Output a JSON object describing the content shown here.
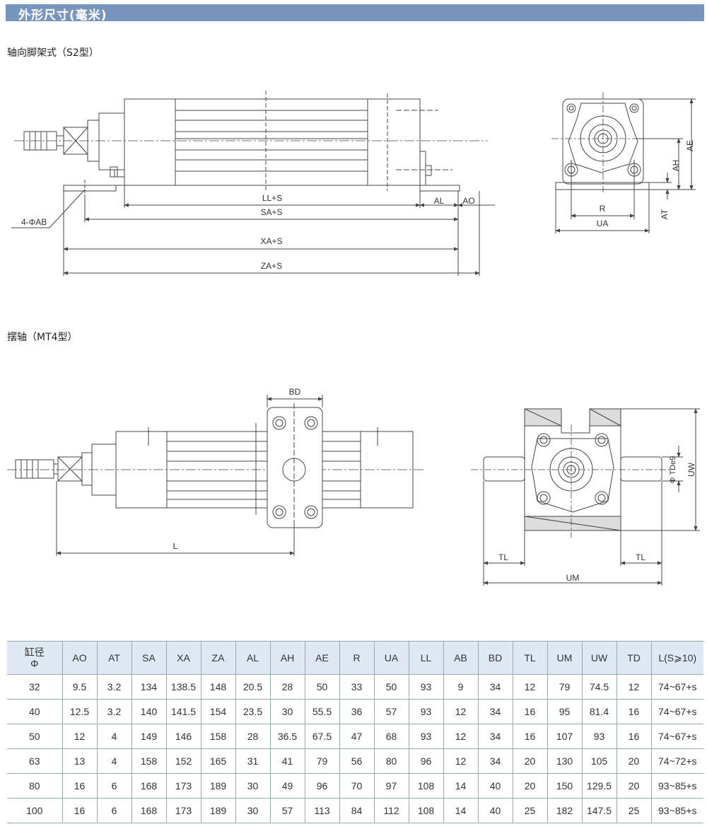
{
  "header": {
    "title": "外形尺寸(毫米)"
  },
  "section1": {
    "title": "轴向脚架式（S2型）",
    "labels": {
      "ll": "LL+S",
      "al": "AL",
      "ao": "AO",
      "sa": "SA+S",
      "xa": "XA+S",
      "za": "ZA+S",
      "ab": "4-ΦAB",
      "r": "R",
      "ua": "UA",
      "ae": "AE",
      "ah": "AH",
      "at": "AT"
    }
  },
  "section2": {
    "title": "摆轴（MT4型）",
    "labels": {
      "bd": "BD",
      "l": "L",
      "tl_left": "TL",
      "tl_right": "TL",
      "um": "UM",
      "td": "Φ TDe9",
      "uw": "UW"
    }
  },
  "table": {
    "headers": [
      "缸径",
      "AO",
      "AT",
      "SA",
      "XA",
      "ZA",
      "AL",
      "AH",
      "AE",
      "R",
      "UA",
      "LL",
      "AB",
      "BD",
      "TL",
      "UM",
      "UW",
      "TD",
      "L(S⩾10)"
    ],
    "header_sub": "Φ",
    "rows": [
      [
        "32",
        "9.5",
        "3.2",
        "134",
        "138.5",
        "148",
        "20.5",
        "28",
        "50",
        "33",
        "50",
        "93",
        "9",
        "34",
        "12",
        "79",
        "74.5",
        "12",
        "74~67+s"
      ],
      [
        "40",
        "12.5",
        "3.2",
        "140",
        "141.5",
        "154",
        "23.5",
        "30",
        "55.5",
        "36",
        "57",
        "93",
        "12",
        "34",
        "16",
        "95",
        "81.4",
        "16",
        "74~67+s"
      ],
      [
        "50",
        "12",
        "4",
        "149",
        "146",
        "158",
        "28",
        "36.5",
        "67.5",
        "47",
        "68",
        "93",
        "12",
        "34",
        "16",
        "107",
        "93",
        "16",
        "74~67+s"
      ],
      [
        "63",
        "13",
        "4",
        "158",
        "152",
        "165",
        "31",
        "41",
        "79",
        "56",
        "80",
        "96",
        "12",
        "34",
        "20",
        "130",
        "105",
        "20",
        "74~72+s"
      ],
      [
        "80",
        "16",
        "6",
        "168",
        "173",
        "189",
        "30",
        "49",
        "96",
        "70",
        "97",
        "108",
        "14",
        "40",
        "20",
        "150",
        "129.5",
        "20",
        "93~85+s"
      ],
      [
        "100",
        "16",
        "6",
        "168",
        "173",
        "189",
        "30",
        "57",
        "113",
        "84",
        "112",
        "108",
        "14",
        "40",
        "25",
        "182",
        "147.5",
        "25",
        "93~85+s"
      ]
    ]
  }
}
